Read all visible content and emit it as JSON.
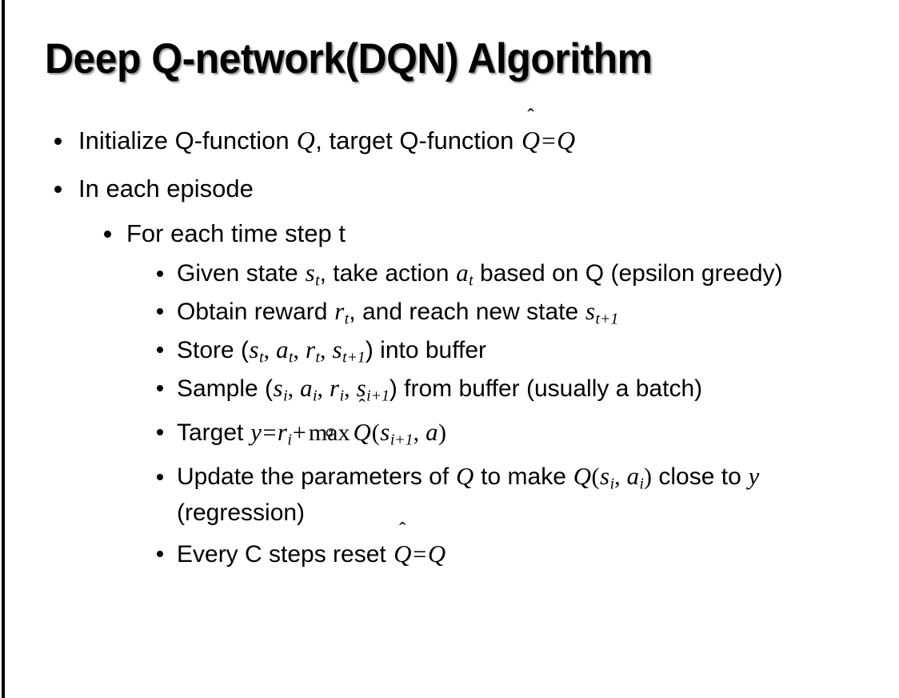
{
  "slide": {
    "title": "Deep Q-network(DQN) Algorithm",
    "background_color": "#ffffff",
    "text_color": "#000000",
    "accent_rule_color": "#000000"
  },
  "bullets": {
    "b1": {
      "level": 1,
      "parts": {
        "t1": "Initialize Q-function ",
        "m1": "Q",
        "t2": ", target Q-function ",
        "m2": "Q",
        "hat": "̂",
        "eq": "=",
        "m3": "Q"
      }
    },
    "b2": {
      "level": 1,
      "text": "In each episode"
    },
    "b3": {
      "level": 2,
      "text": "For each time step t"
    },
    "b4": {
      "level": 3,
      "parts": {
        "t1": "Given state ",
        "m1": "s",
        "sub1": "t",
        "t2": ", take action ",
        "m2": "a",
        "sub2": "t",
        "t3": " based on Q (epsilon greedy)"
      }
    },
    "b5": {
      "level": 3,
      "parts": {
        "t1": "Obtain reward ",
        "m1": "r",
        "sub1": "t",
        "t2": ", and reach new state ",
        "m2": "s",
        "sub2": "t+1"
      }
    },
    "b6": {
      "level": 3,
      "parts": {
        "t1": "Store (",
        "m1": "s",
        "sub1": "t",
        "c1": ", ",
        "m2": "a",
        "sub2": "t",
        "c2": ", ",
        "m3": "r",
        "sub3": "t",
        "c3": ", ",
        "m4": "s",
        "sub4": "t+1",
        "t2": ") into buffer"
      }
    },
    "b7": {
      "level": 3,
      "parts": {
        "t1": "Sample (",
        "m1": "s",
        "sub1": "i",
        "c1": ", ",
        "m2": "a",
        "sub2": "i",
        "c2": ", ",
        "m3": "r",
        "sub3": "i",
        "c3": ", ",
        "m4": "s",
        "sub4": "i+1",
        "t2": ") from buffer (usually a batch)"
      }
    },
    "b8": {
      "level": 3,
      "parts": {
        "t1": "Target ",
        "m1": "y",
        "eq": "=",
        "m2": "r",
        "sub2": "i",
        "plus": "+",
        "maxop": "max",
        "maxsub": "a",
        "mq": "Q",
        "hat": "̂",
        "open": "(",
        "m3": "s",
        "sub3": "i+1",
        "c1": ", ",
        "m4": "a",
        "close": ")"
      }
    },
    "b9": {
      "level": 3,
      "parts": {
        "t1": "Update the parameters of ",
        "m1": "Q",
        "t2": " to make ",
        "m2": "Q",
        "open": "(",
        "m3": "s",
        "sub3": "i",
        "c1": ", ",
        "m4": "a",
        "sub4": "i",
        "close": ")",
        "t3": " close to ",
        "m5": "y",
        "t4": " (regression)"
      }
    },
    "b10": {
      "level": 3,
      "parts": {
        "t1": "Every C steps reset ",
        "mq": "Q",
        "hat": "̂",
        "eq": "=",
        "m2": "Q"
      }
    }
  }
}
